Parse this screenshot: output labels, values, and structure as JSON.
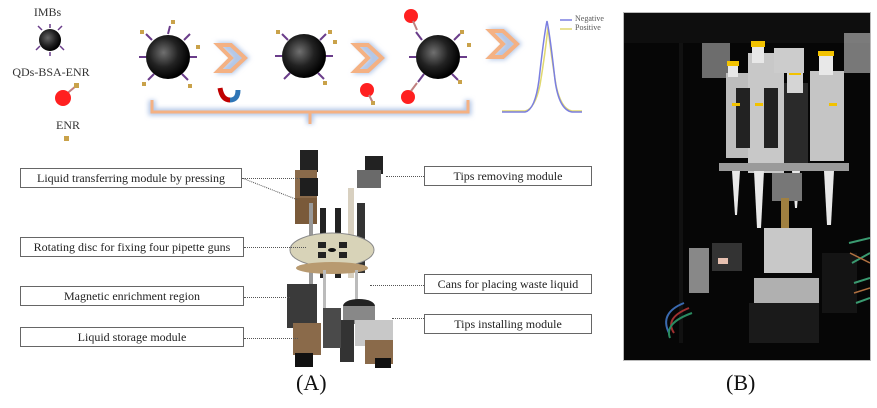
{
  "figure": {
    "panel_a": {
      "label": "(A)",
      "legend": {
        "items": [
          {
            "name": "IMBs",
            "icon": "immunomagnetic-bead-icon"
          },
          {
            "name": "QDs-BSA-ENR",
            "icon": "quantum-dot-probe-icon"
          },
          {
            "name": "ENR",
            "icon": "enrofloxacin-molecule-icon"
          }
        ]
      },
      "workflow": {
        "steps": [
          {
            "description": "IMBs with antibodies",
            "icon": "bead-with-antibodies-icon"
          },
          {
            "description": "Magnetic separation",
            "icon": "magnet-icon"
          },
          {
            "description": "Competitive binding with QDs-BSA-ENR",
            "icon": "bead-with-probes-icon"
          },
          {
            "description": "Fluorescence detection",
            "icon": "fluorescence-spectrum-icon"
          }
        ],
        "spectrum_legend": [
          {
            "name": "Negative",
            "color": "#7b7fe0"
          },
          {
            "name": "Positive",
            "color": "#e0d870"
          }
        ]
      },
      "callouts": {
        "left": [
          "Liquid transferring module by pressing",
          "Rotating disc for fixing four pipette guns",
          "Magnetic enrichment region",
          "Liquid storage module"
        ],
        "right": [
          "Tips removing module",
          "Cans for placing waste liquid",
          "Tips installing module"
        ]
      }
    },
    "panel_b": {
      "label": "(B)",
      "description": "Photograph of the automated pipetting device"
    },
    "colors": {
      "arrow_fill": "#f4b183",
      "arrow_glow": "#b4c7e7",
      "bead": "#1a1a1a",
      "probe_red": "#ff2020",
      "magnet_red": "#c00000",
      "magnet_blue": "#2e75b6"
    }
  }
}
